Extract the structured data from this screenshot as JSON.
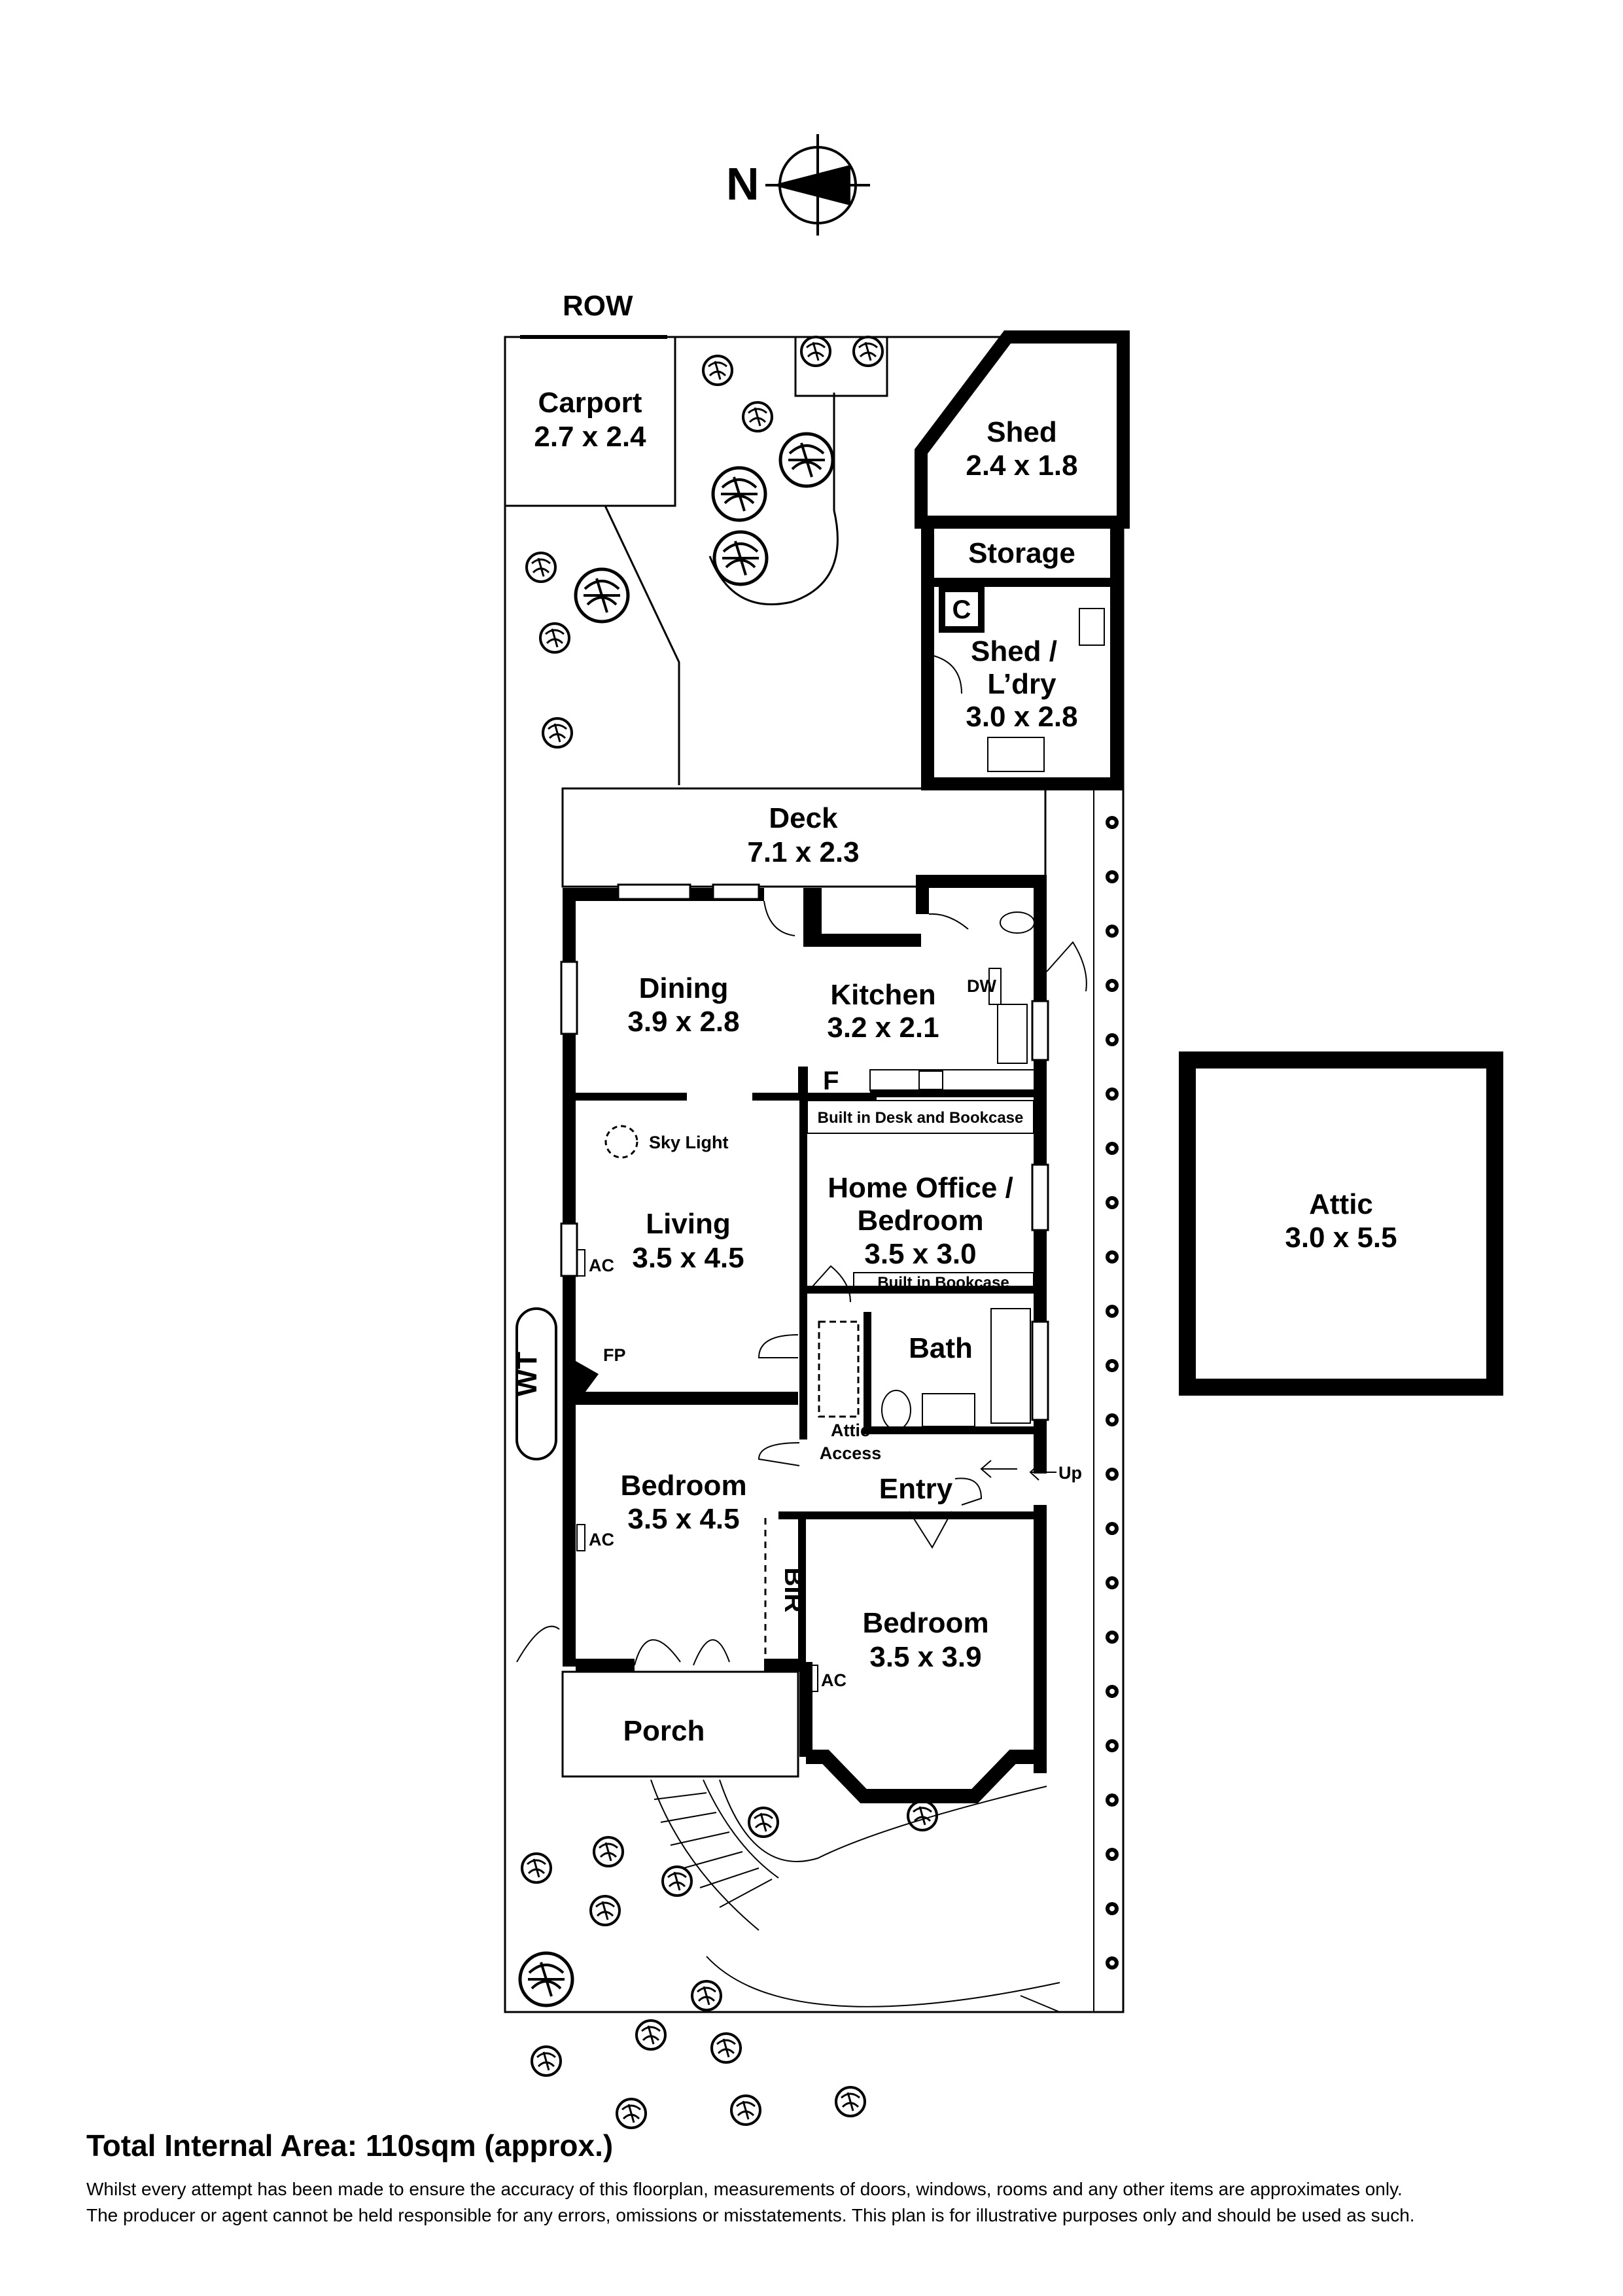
{
  "compass": {
    "label": "N"
  },
  "lane": {
    "label": "ROW"
  },
  "rooms": {
    "carport": {
      "name": "Carport",
      "size": "2.7 x 2.4"
    },
    "shed": {
      "name": "Shed",
      "size": "2.4 x 1.8"
    },
    "storage": {
      "name": "Storage"
    },
    "laundry": {
      "cupboard": "C",
      "name_line1": "Shed /",
      "name_line2": "L’dry",
      "size": "3.0 x 2.8"
    },
    "deck": {
      "name": "Deck",
      "size": "7.1 x 2.3"
    },
    "dining": {
      "name": "Dining",
      "size": "3.9 x 2.8"
    },
    "kitchen": {
      "name": "Kitchen",
      "size": "3.2 x 2.1",
      "dishwasher": "DW",
      "fridge": "F"
    },
    "living": {
      "name": "Living",
      "size": "3.5 x 4.5",
      "skylight": "Sky Light",
      "ac": "AC",
      "fireplace": "FP"
    },
    "office": {
      "desk": "Built in Desk and Bookcase",
      "name_line1": "Home Office /",
      "name_line2": "Bedroom",
      "size": "3.5 x 3.0",
      "bookcase": "Built in Bookcase"
    },
    "bath": {
      "name": "Bath"
    },
    "attic_access": {
      "line1": "Attic",
      "line2": "Access"
    },
    "entry": {
      "name": "Entry",
      "up": "Up"
    },
    "bedroom1": {
      "name": "Bedroom",
      "size": "3.5 x 4.5",
      "ac": "AC",
      "bir": "BIR"
    },
    "bedroom2": {
      "name": "Bedroom",
      "size": "3.5 x 3.9",
      "ac": "AC"
    },
    "porch": {
      "name": "Porch"
    },
    "water_tank": {
      "label": "WT"
    },
    "attic": {
      "name": "Attic",
      "size": "3.0 x 5.5"
    }
  },
  "footer": {
    "total_area": "Total Internal Area: 110sqm (approx.)",
    "disclaimer_line1": "Whilst every attempt has been made to ensure the accuracy of this floorplan, measurements of doors, windows, rooms and any other items are approximates only.",
    "disclaimer_line2": "The producer or agent cannot be held responsible for any errors, omissions or misstatements. This plan is for illustrative purposes only and should be used as such."
  }
}
